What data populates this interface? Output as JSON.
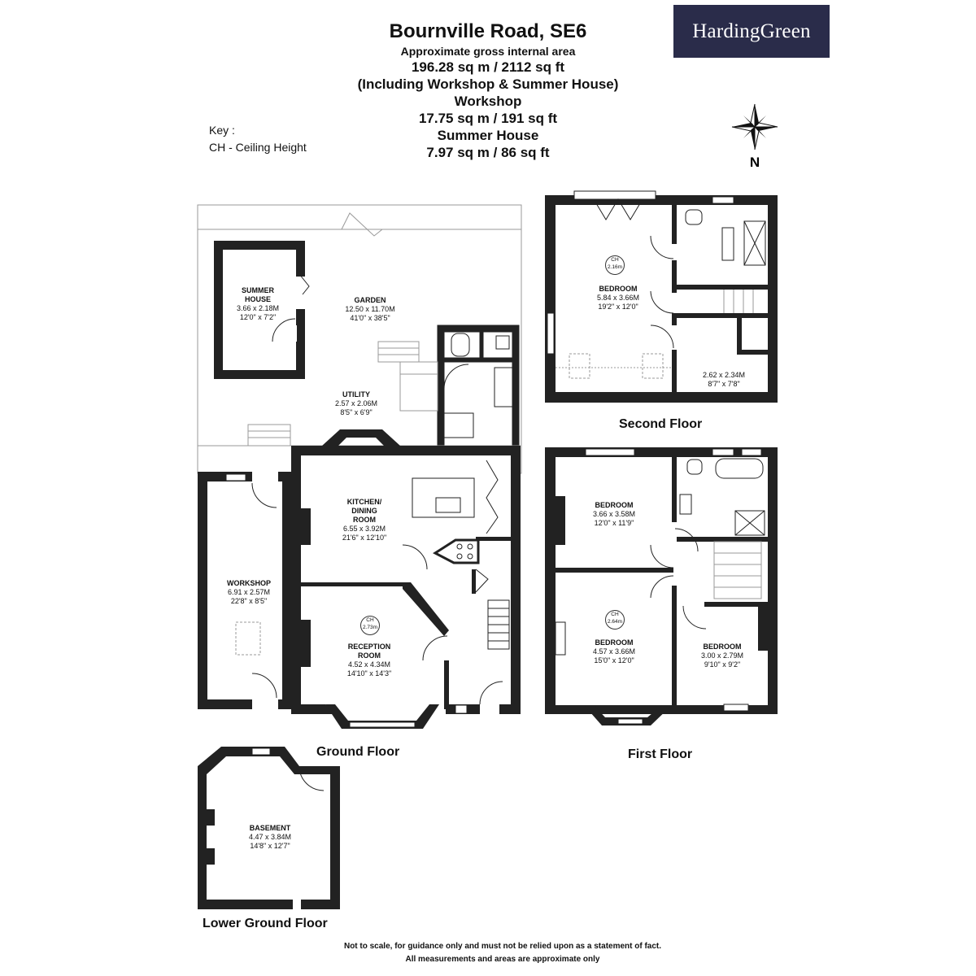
{
  "header": {
    "title": "Bournville Road, SE6",
    "subtitle": "Approximate gross internal area",
    "total_area": "196.28 sq m /  2112 sq ft",
    "including": "(Including Workshop & Summer House)",
    "workshop_heading": "Workshop",
    "workshop_area": "17.75 sq m /  191 sq ft",
    "summer_heading": "Summer House",
    "summer_area": "7.97 sq m /  86 sq ft"
  },
  "logo": {
    "text": "HardingGreen",
    "bg_color": "#2a2c4a"
  },
  "key": {
    "heading": "Key :",
    "item": "CH - Ceiling Height"
  },
  "compass": {
    "label": "N",
    "icon": "compass-rose-icon"
  },
  "rooms": {
    "summer_house": {
      "name1": "SUMMER",
      "name2": "HOUSE",
      "metric": "3.66 x 2.18M",
      "imperial": "12'0\" x 7'2\""
    },
    "garden": {
      "name": "GARDEN",
      "metric": "12.50 x 11.70M",
      "imperial": "41'0\" x 38'5\""
    },
    "utility": {
      "name": "UTILITY",
      "metric": "2.57 x 2.06M",
      "imperial": "8'5\" x 6'9\""
    },
    "kitchen": {
      "name1": "KITCHEN/",
      "name2": "DINING",
      "name3": "ROOM",
      "metric": "6.55 x 3.92M",
      "imperial": "21'6\" x 12'10\""
    },
    "workshop": {
      "name": "WORKSHOP",
      "metric": "6.91 x 2.57M",
      "imperial": "22'8\" x 8'5\""
    },
    "reception": {
      "name1": "RECEPTION",
      "name2": "ROOM",
      "metric": "4.52 x 4.34M",
      "imperial": "14'10\" x 14'3\"",
      "ch_label": "CH",
      "ch_value": "2.73m"
    },
    "basement": {
      "name": "BASEMENT",
      "metric": "4.47 x 3.84M",
      "imperial": "14'8\" x 12'7\""
    },
    "second_bedroom": {
      "name": "BEDROOM",
      "metric": "5.84 x 3.66M",
      "imperial": "19'2\" x 12'0\"",
      "ch_label": "CH",
      "ch_value": "2.16m"
    },
    "second_small": {
      "metric": "2.62 x 2.34M",
      "imperial": "8'7\" x 7'8\""
    },
    "first_bed_top": {
      "name": "BEDROOM",
      "metric": "3.66 x 3.58M",
      "imperial": "12'0\" x 11'9\""
    },
    "first_bed_front": {
      "name": "BEDROOM",
      "metric": "4.57 x 3.66M",
      "imperial": "15'0\" x 12'0\"",
      "ch_label": "CH",
      "ch_value": "2.64m"
    },
    "first_bed_small": {
      "name": "BEDROOM",
      "metric": "3.00 x 2.79M",
      "imperial": "9'10\" x 9'2\""
    }
  },
  "floors": {
    "second": "Second Floor",
    "ground": "Ground Floor",
    "first": "First Floor",
    "lower": "Lower Ground Floor"
  },
  "footer": {
    "line1": "Not to scale, for guidance only and must not be relied upon as a statement of fact.",
    "line2": "All measurements and areas are approximate only"
  }
}
